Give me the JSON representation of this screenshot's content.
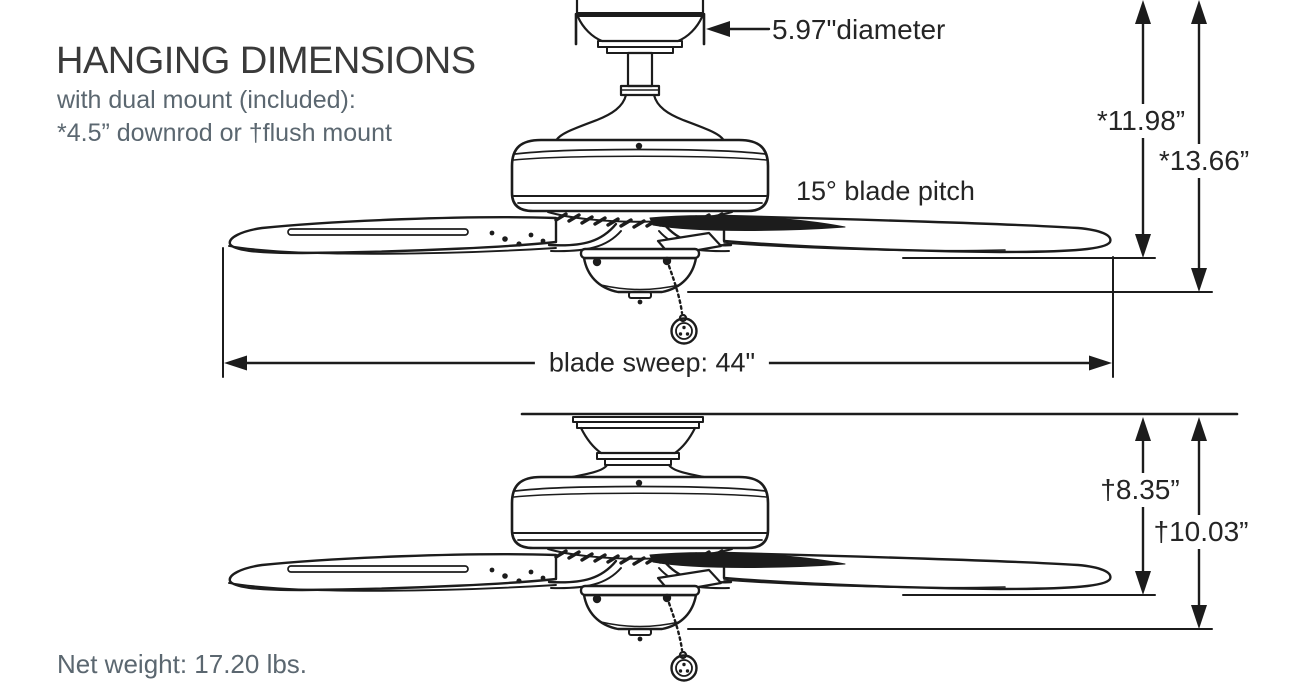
{
  "header": {
    "title": "HANGING DIMENSIONS",
    "subtitle_line1": "with dual mount (included):",
    "subtitle_line2": "*4.5” downrod or †flush mount"
  },
  "downrod_diagram": {
    "canopy_diameter_label": "5.97\"diameter",
    "blade_pitch_label": "15° blade pitch",
    "blade_sweep_label": "blade sweep: 44\"",
    "height_to_blade_label": "*11.98”",
    "height_overall_label": "*13.66”"
  },
  "flush_diagram": {
    "height_to_blade_label": "†8.35”",
    "height_overall_label": "†10.03”"
  },
  "footer": {
    "net_weight_label": "Net weight: 17.20 lbs."
  },
  "colors": {
    "ink": "#1c1c1c",
    "dimension_text": "#252525",
    "slate_text": "#5b6770",
    "title_text": "#3a3a3a",
    "background": "#ffffff"
  }
}
